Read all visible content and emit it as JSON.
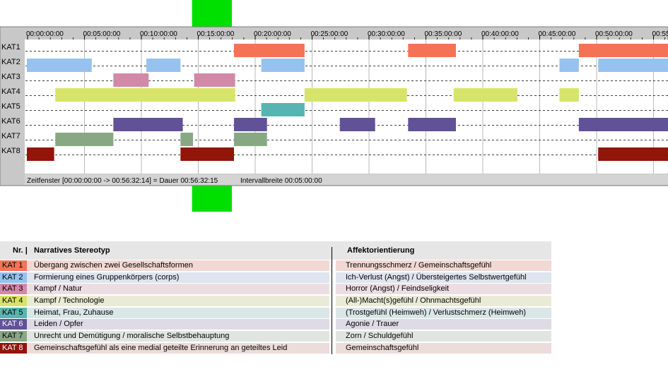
{
  "chart_data": {
    "type": "timeline",
    "xlim": [
      "00:00:00",
      "00:56:32"
    ],
    "tick_labels": [
      "00:00:00:00",
      "00:05:00:00",
      "00:10:00:00",
      "00:15:00:00",
      "00:20:00:00",
      "00:25:00:00",
      "00:30:00:00",
      "00:35:00:00",
      "00:40:00:00",
      "00:45:00:00",
      "00:50:00:00",
      "00:55"
    ],
    "tick_minutes": [
      0,
      5,
      10,
      15,
      20,
      25,
      30,
      35,
      40,
      45,
      50,
      55
    ],
    "highlight_window": {
      "start_min": 14.7,
      "end_min": 18.2,
      "color": "#00e000"
    },
    "categories": [
      {
        "name": "KAT1",
        "color": "#f47355",
        "segments": [
          [
            18.2,
            24.4
          ],
          [
            33.5,
            37.7
          ],
          [
            48.5,
            56.5
          ]
        ]
      },
      {
        "name": "KAT2",
        "color": "#95c2ef",
        "segments": [
          [
            0,
            5.7
          ],
          [
            10.5,
            13.5
          ],
          [
            20.6,
            24.4
          ],
          [
            46.8,
            48.5
          ],
          [
            50.2,
            56.5
          ]
        ]
      },
      {
        "name": "KAT3",
        "color": "#d289a8",
        "segments": [
          [
            7.6,
            10.7
          ],
          [
            14.7,
            18.3
          ]
        ]
      },
      {
        "name": "KAT4",
        "color": "#d7e46a",
        "segments": [
          [
            2.5,
            18.3
          ],
          [
            24.4,
            33.4
          ],
          [
            37.5,
            43.1
          ],
          [
            46.8,
            48.5
          ]
        ]
      },
      {
        "name": "KAT5",
        "color": "#57b5b1",
        "segments": [
          [
            20.6,
            24.4
          ]
        ]
      },
      {
        "name": "KAT6",
        "color": "#615198",
        "segments": [
          [
            7.6,
            13.7
          ],
          [
            18.2,
            21.1
          ],
          [
            27.5,
            30.6
          ],
          [
            33.5,
            37.7
          ],
          [
            48.5,
            56.5
          ]
        ]
      },
      {
        "name": "KAT7",
        "color": "#88a884",
        "segments": [
          [
            2.5,
            7.6
          ],
          [
            13.5,
            14.6
          ],
          [
            18.2,
            21.1
          ]
        ]
      },
      {
        "name": "KAT8",
        "color": "#911508",
        "segments": [
          [
            0,
            2.4
          ],
          [
            13.5,
            18.2
          ],
          [
            50.2,
            56.5
          ]
        ]
      }
    ],
    "status": {
      "window": "Zeitfenster [00:00:00:00 -> 00:56:32:14] = Dauer 00:56:32:15",
      "interval": "Intervallbreite 00:05:00:00"
    }
  },
  "legend": {
    "header_nr": "Nr. |",
    "header_stereotype": "Narratives Stereotyp",
    "header_affect": "Affektorientierung",
    "rows": [
      {
        "num": "KAT 1",
        "color": "#f47355",
        "row_bg": "#f1d8d2",
        "stereotype": "Übergang zwischen zwei Gesellschaftsformen",
        "affect": "Trennungsschmerz / Gemeinschaftsgefühl"
      },
      {
        "num": "KAT 2",
        "color": "#95c2ef",
        "row_bg": "#dde5ee",
        "stereotype": "Formierung eines Gruppenkörpers (corps)",
        "affect": "Ich-Verlust (Angst) / Übersteigertes Selbstwertgefühl"
      },
      {
        "num": "KAT 3",
        "color": "#d289a8",
        "row_bg": "#ecdde3",
        "stereotype": "Kampf / Natur",
        "affect": "Horror (Angst) / Feindseligkeit"
      },
      {
        "num": "KAT 4",
        "color": "#d7e46a",
        "row_bg": "#e9ebd6",
        "stereotype": "Kampf / Technologie",
        "affect": "(All-)Macht(s)gefühl / Ohnmachtsgefühl"
      },
      {
        "num": "KAT 5",
        "color": "#57b5b1",
        "row_bg": "#d9e7e6",
        "stereotype": "Heimat, Frau, Zuhause",
        "affect": "(Trostgefühl (Heimweh) / Verlustschmerz (Heimweh)"
      },
      {
        "num": "KAT 6",
        "color": "#615198",
        "row_bg": "#dedbe6",
        "stereotype": "Leiden / Opfer",
        "affect": "Agonie / Trauer"
      },
      {
        "num": "KAT 7",
        "color": "#88a884",
        "row_bg": "#e0e6df",
        "stereotype": "Unrecht und Demütigung / moralische Selbstbehauptung",
        "affect": "Zorn / Schuldgefühl"
      },
      {
        "num": "KAT 8",
        "color": "#911508",
        "row_bg": "#eddcdc",
        "stereotype": "Gemeinschaftsgefühl als eine medial geteilte Erinnerung an geteiltes Leid",
        "affect": "Gemeinschaftsgefühl"
      }
    ]
  }
}
